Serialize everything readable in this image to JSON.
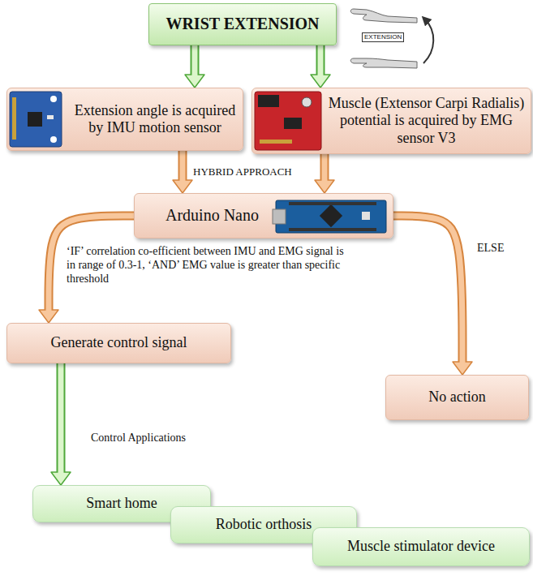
{
  "diagram": {
    "nodes": [
      {
        "text": [
          "WRIST EXTENSION"
        ]
      },
      {
        "text": [
          "Extension angle is acquired by IMU motion sensor"
        ]
      },
      {
        "text": [
          "Muscle (Extensor Carpi Radialis) potential is acquired by EMG sensor V3"
        ]
      },
      {
        "text": [
          "Arduino Nano"
        ]
      },
      {
        "text": [
          "Generate control signal"
        ]
      },
      {
        "text": [
          "No action"
        ]
      },
      {
        "text": [
          "Smart home"
        ]
      },
      {
        "text": [
          "Robotic orthosis"
        ]
      },
      {
        "text": [
          "Muscle stimulator device"
        ]
      }
    ],
    "edges": [
      {
        "from": 0,
        "to": 1,
        "arrow": "to"
      },
      {
        "from": 0,
        "to": 2,
        "arrow": "to"
      },
      {
        "from": 1,
        "to": 3,
        "arrow": "to",
        "label": "HYBRID APPROACH"
      },
      {
        "from": 2,
        "to": 3,
        "arrow": "to"
      },
      {
        "from": 3,
        "to": 4,
        "arrow": "to",
        "label": "‘IF’ correlation co-efficient between IMU and EMG signal is in range of 0.3-1, ‘AND’ EMG value is greater than specific threshold"
      },
      {
        "from": 3,
        "to": 5,
        "arrow": "to",
        "label": "ELSE"
      },
      {
        "from": 4,
        "to": 6,
        "arrow": "to",
        "label": "Control Applications"
      }
    ],
    "labels": [
      "EXTENSION"
    ]
  }
}
